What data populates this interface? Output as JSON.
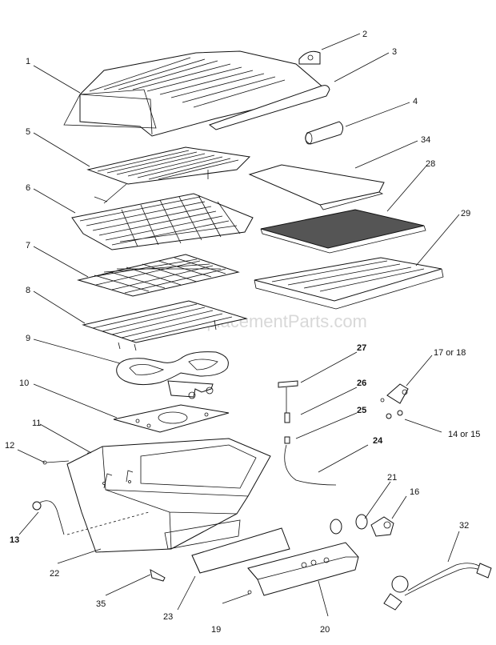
{
  "watermark": "eReplacementParts.com",
  "labels": {
    "p1": "1",
    "p2": "2",
    "p3": "3",
    "p4": "4",
    "p5": "5",
    "p6": "6",
    "p7": "7",
    "p8": "8",
    "p9": "9",
    "p10": "10",
    "p11": "11",
    "p12": "12",
    "p13": "13",
    "p14_15": "14 or 15",
    "p16": "16",
    "p17_18": "17 or 18",
    "p19": "19",
    "p20": "20",
    "p21": "21",
    "p22": "22",
    "p23": "23",
    "p24": "24",
    "p25": "25",
    "p26": "26",
    "p27": "27",
    "p28": "28",
    "p29": "29",
    "p32": "32",
    "p34": "34",
    "p35": "35"
  }
}
